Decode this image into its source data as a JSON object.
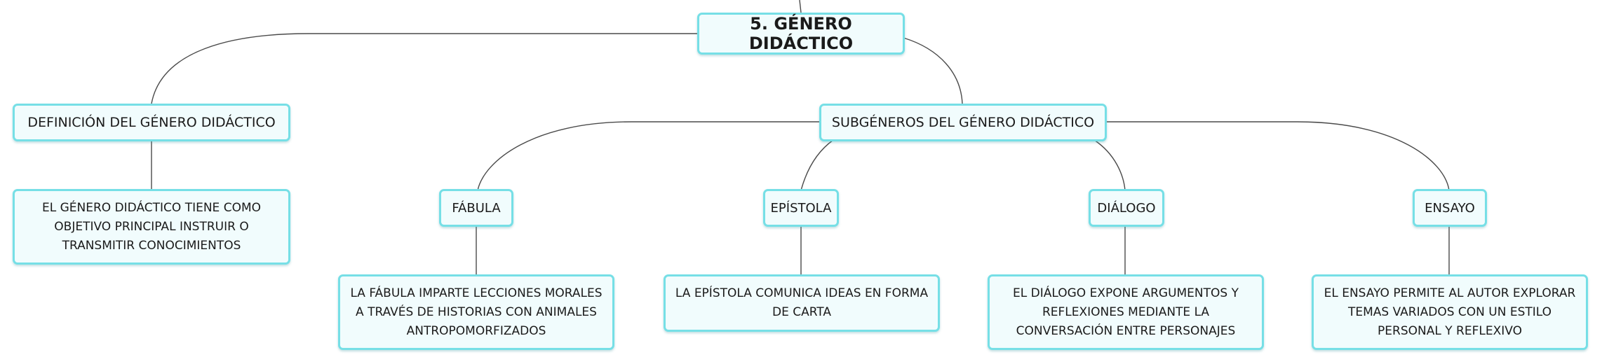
{
  "root": {
    "label": "5. GÉNERO DIDÁCTICO"
  },
  "definition": {
    "label": "DEFINICIÓN DEL GÉNERO DIDÁCTICO",
    "description": "EL GÉNERO DIDÁCTICO TIENE COMO OBJETIVO PRINCIPAL INSTRUIR O TRANSMITIR CONOCIMIENTOS"
  },
  "subgenres": {
    "label": "SUBGÉNEROS DEL GÉNERO DIDÁCTICO",
    "items": [
      {
        "label": "FÁBULA",
        "description": "LA FÁBULA IMPARTE LECCIONES MORALES A TRAVÉS DE HISTORIAS CON ANIMALES ANTROPOMORFIZADOS"
      },
      {
        "label": "EPÍSTOLA",
        "description": "LA EPÍSTOLA COMUNICA IDEAS EN FORMA DE CARTA"
      },
      {
        "label": "DIÁLOGO",
        "description": "EL DIÁLOGO EXPONE ARGUMENTOS Y REFLEXIONES MEDIANTE LA CONVERSACIÓN ENTRE PERSONAJES"
      },
      {
        "label": "ENSAYO",
        "description": "EL ENSAYO PERMITE AL AUTOR EXPLORAR TEMAS VARIADOS CON UN ESTILO PERSONAL Y REFLEXIVO"
      }
    ]
  }
}
